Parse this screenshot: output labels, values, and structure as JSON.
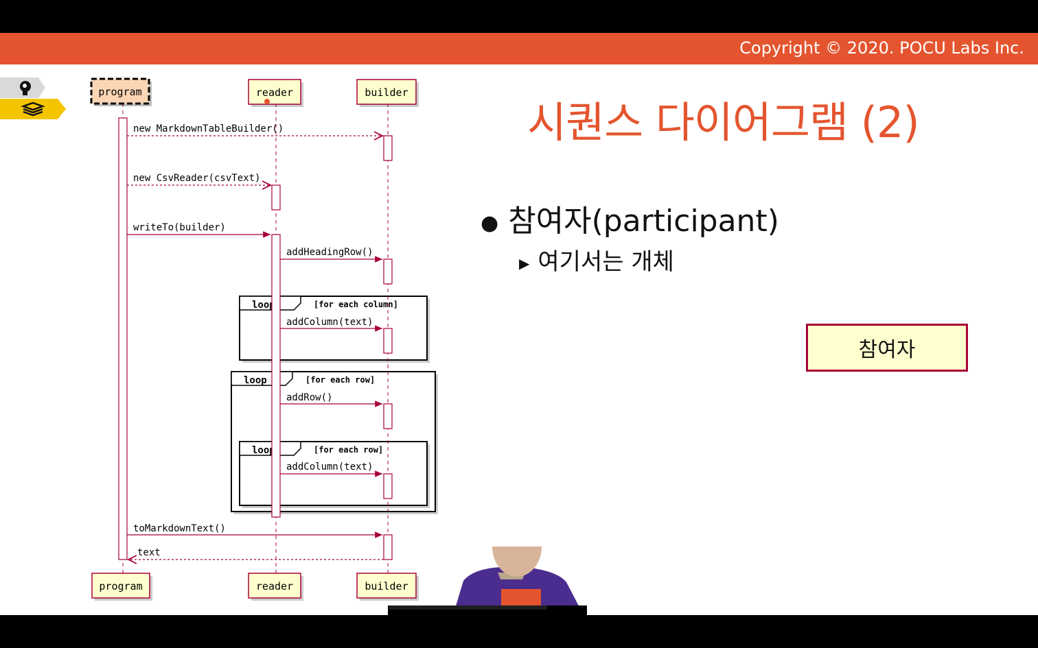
{
  "banner": {
    "copyright": "Copyright © 2020. POCU Labs Inc."
  },
  "slide": {
    "title": "시퀀스 다이어그램 (2)",
    "bullet1": "참여자(participant)",
    "bullet2": "여기서는 개체",
    "legend_label": "참여자"
  },
  "diagram": {
    "participants": [
      "program",
      "reader",
      "builder"
    ],
    "messages": [
      "new MarkdownTableBuilder()",
      "new CsvReader(csvText)",
      "writeTo(builder)",
      "addHeadingRow()",
      "addColumn(text)",
      "addRow()",
      "addColumn(text)",
      "toMarkdownText()",
      "text"
    ],
    "loops": [
      {
        "label": "loop",
        "guard": "[for each column]"
      },
      {
        "label": "loop",
        "guard": "[for each row]"
      },
      {
        "label": "loop",
        "guard": "[for each row]"
      }
    ]
  },
  "colors": {
    "accent": "#e4552f",
    "participant_fill": "#fefece",
    "line": "#a80036",
    "tab_yellow": "#f5c400",
    "tab_gray": "#d9d9d9"
  },
  "icons": [
    "head-gear-icon",
    "stack-icon"
  ]
}
